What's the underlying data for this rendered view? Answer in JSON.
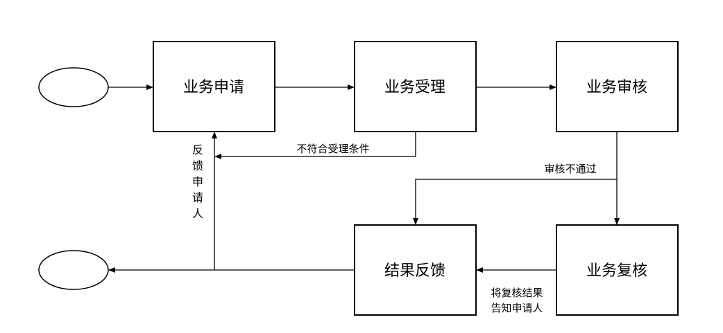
{
  "nodes": {
    "apply": "业务申请",
    "accept": "业务受理",
    "review": "业务审核",
    "recheck": "业务复核",
    "feedback": "结果反馈"
  },
  "edges": {
    "not_meet": "不符合受理条件",
    "review_fail": "审核不通过",
    "notify_line1": "将复核结果",
    "notify_line2": "告知申请人",
    "feedback_chars": [
      "反",
      "馈",
      "申",
      "请",
      "人"
    ]
  }
}
